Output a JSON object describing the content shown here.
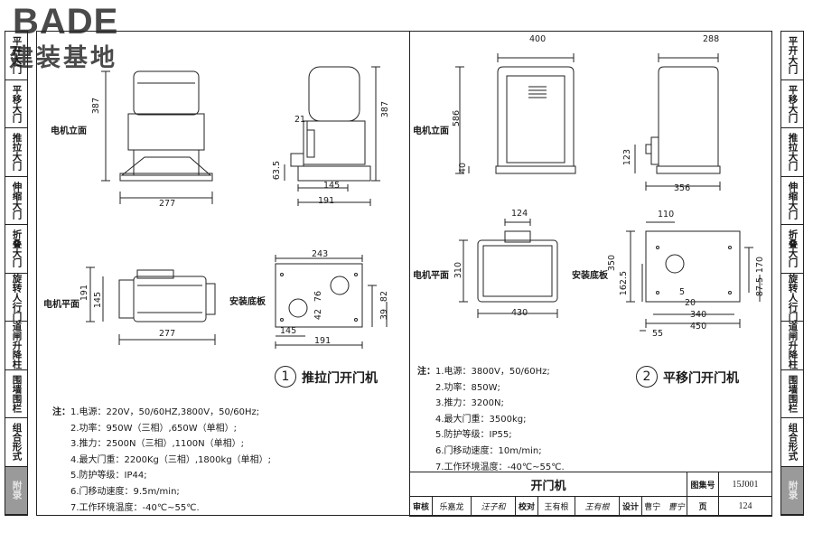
{
  "logo": {
    "en": "BADE",
    "cn": "建装基地"
  },
  "left_tabs": [
    {
      "label": "平开大门",
      "active": true
    },
    {
      "label": "平移大门"
    },
    {
      "label": "推拉大门"
    },
    {
      "label": "伸缩大门"
    },
    {
      "label": "折叠大门"
    },
    {
      "label": "旋转人行门"
    },
    {
      "label": "道闸升降柱"
    },
    {
      "label": "围墙围栏"
    },
    {
      "label": "组合形式"
    },
    {
      "label": "附录"
    }
  ],
  "right_tabs": [
    {
      "label": "平开大门"
    },
    {
      "label": "平移大门"
    },
    {
      "label": "推拉大门"
    },
    {
      "label": "伸缩大门"
    },
    {
      "label": "折叠大门"
    },
    {
      "label": "旋转人行门"
    },
    {
      "label": "道闸升降柱"
    },
    {
      "label": "围墙围栏"
    },
    {
      "label": "组合形式"
    },
    {
      "label": "附录"
    }
  ],
  "left_panel": {
    "number": "1",
    "title": "推拉门开门机",
    "labels": {
      "motor_elevation": "电机立面",
      "motor_plan": "电机平面",
      "mount_plate": "安装底板"
    },
    "dims": {
      "front_h": "387",
      "front_w": "277",
      "side_h": "387",
      "side_21": "21",
      "side_63": "63.5",
      "side_145": "145",
      "side_191": "191",
      "plan_191": "191",
      "plan_145": "145",
      "plan_277": "277",
      "plate_243": "243",
      "plate_76": "76",
      "plate_42": "42",
      "plate_82": "82",
      "plate_39": "39",
      "plate_145": "145",
      "plate_191": "191"
    },
    "notes_heading": "注：",
    "notes": [
      "1.电源：220V，50/60HZ,3800V，50/60Hz;",
      "2.功率：950W（三相）,650W（单相）;",
      "3.推力：2500N（三相）,1100N（单相）;",
      "4.最大门重：2200Kg（三相）,1800kg（单相）;",
      "5.防护等级：IP44;",
      "6.门移动速度：9.5m/min;",
      "7.工作环境温度：-40℃~55℃."
    ]
  },
  "right_panel": {
    "number": "2",
    "title": "平移门开门机",
    "labels": {
      "motor_elevation": "电机立面",
      "motor_plan": "电机平面",
      "mount_plate": "安装底板"
    },
    "dims": {
      "front_w": "400",
      "front_h": "586",
      "front_40": "40",
      "side_w": "288",
      "side_123": "123",
      "side_356": "356",
      "plan_124": "124",
      "plan_310": "310",
      "plan_430": "430",
      "plate_110": "110",
      "plate_350": "350",
      "plate_162": "162.5",
      "plate_170": "170",
      "plate_87": "87.5",
      "plate_5": "5",
      "plate_20": "20",
      "plate_340": "340",
      "plate_450": "450",
      "plate_55": "55"
    },
    "notes_heading": "注：",
    "notes": [
      "1.电源：3800V，50/60Hz;",
      "2.功率：850W;",
      "3.推力：3200N;",
      "4.最大门重：3500kg;",
      "5.防护等级：IP55;",
      "6.门移动速度：10m/min;",
      "7.工作环境温度：-40℃~55℃."
    ]
  },
  "title_block": {
    "name": "开门机",
    "atlas_label": "图集号",
    "atlas_no": "15J001",
    "review_label": "审核",
    "reviewer": "乐嘉龙",
    "reviewer_sig": "汪子和",
    "check_label": "校对",
    "checker": "王有根",
    "checker_sig": "王有根",
    "design_label": "设计",
    "designer": "曹宁",
    "designer_sig": "曹宁",
    "page_label": "页",
    "page_no": "124"
  }
}
